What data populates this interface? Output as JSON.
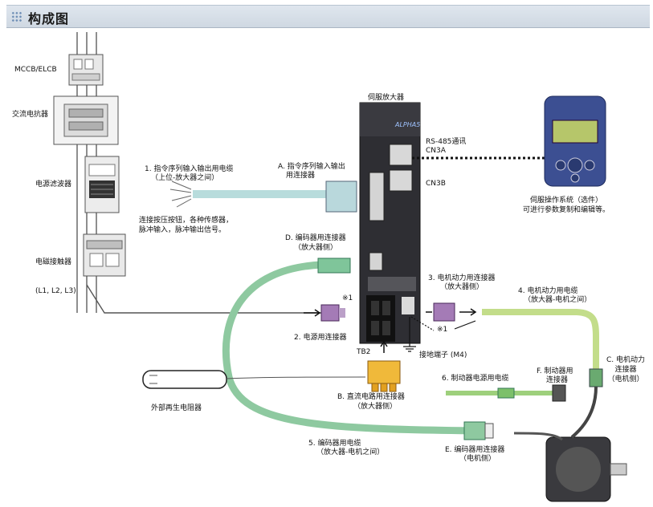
{
  "header": {
    "title": "构成图"
  },
  "labels": {
    "mccb": "MCCB/ELCB",
    "reactor": "交流电抗器",
    "noise_filter": "电源滤波器",
    "contactor": "电磁接触器",
    "phases": "(L1, L2, L3)",
    "servo_amp": "伺服放大器",
    "rs485_1": "RS-485通讯",
    "rs485_2": "CN3A",
    "cn3b": "CN3B",
    "op_unit_1": "伺服操作系统（选件）",
    "op_unit_2": "可进行参数复制和编辑等。",
    "cable1_1": "1. 指令序列输入输出用电缆",
    "cable1_2": "（上位-放大器之间）",
    "connA_1": "A. 指令序列输入输出",
    "connA_2": "用连接器",
    "inputs_1": "连接按压按钮，各种传感器，",
    "inputs_2": "脉冲输入，脉冲输出信号。",
    "connD_1": "D. 编码器用连接器",
    "connD_2": "（放大器侧）",
    "conn3_1": "3. 电机动力用连接器",
    "conn3_2": "（放大器侧）",
    "cable4_1": "4. 电机动力用电缆",
    "cable4_2": "（放大器-电机之间）",
    "note1_a": "※1",
    "note1_b": "※1",
    "conn2": "2. 电源用连接器",
    "tb2": "TB2",
    "ground": "接地端子 (M4)",
    "connC_1": "C. 电机动力",
    "connC_2": "连接器",
    "connC_3": "（电机侧）",
    "cable6": "6. 制动器电源用电缆",
    "connF_1": "F. 制动器用",
    "connF_2": "连接器",
    "connB_1": "B. 直流电路用连接器",
    "connB_2": "（放大器侧）",
    "regen": "外部再生电阻器",
    "cable5_1": "5. 编码器用电缆",
    "cable5_2": "（放大器-电机之间）",
    "connE_1": "E. 编码器用连接器",
    "connE_2": "（电机侧）"
  },
  "colors": {
    "header_bg": "#d6dee8",
    "cable_green": "#8ec9a0",
    "cable_lightgreen": "#c3dd8a",
    "cable_cyan": "#b8dcdc",
    "connector_purple": "#a47bb6",
    "connector_yellow": "#f0b93a",
    "amp_body": "#2e2e33",
    "op_unit_body": "#3c4f92",
    "lcd": "#b6c66a"
  },
  "icons": [
    "mccb-icon",
    "reactor-icon",
    "noise-filter-icon",
    "contactor-icon",
    "servo-amplifier-icon",
    "operation-unit-icon",
    "servo-motor-icon",
    "regenerative-resistor-icon",
    "ground-icon"
  ]
}
